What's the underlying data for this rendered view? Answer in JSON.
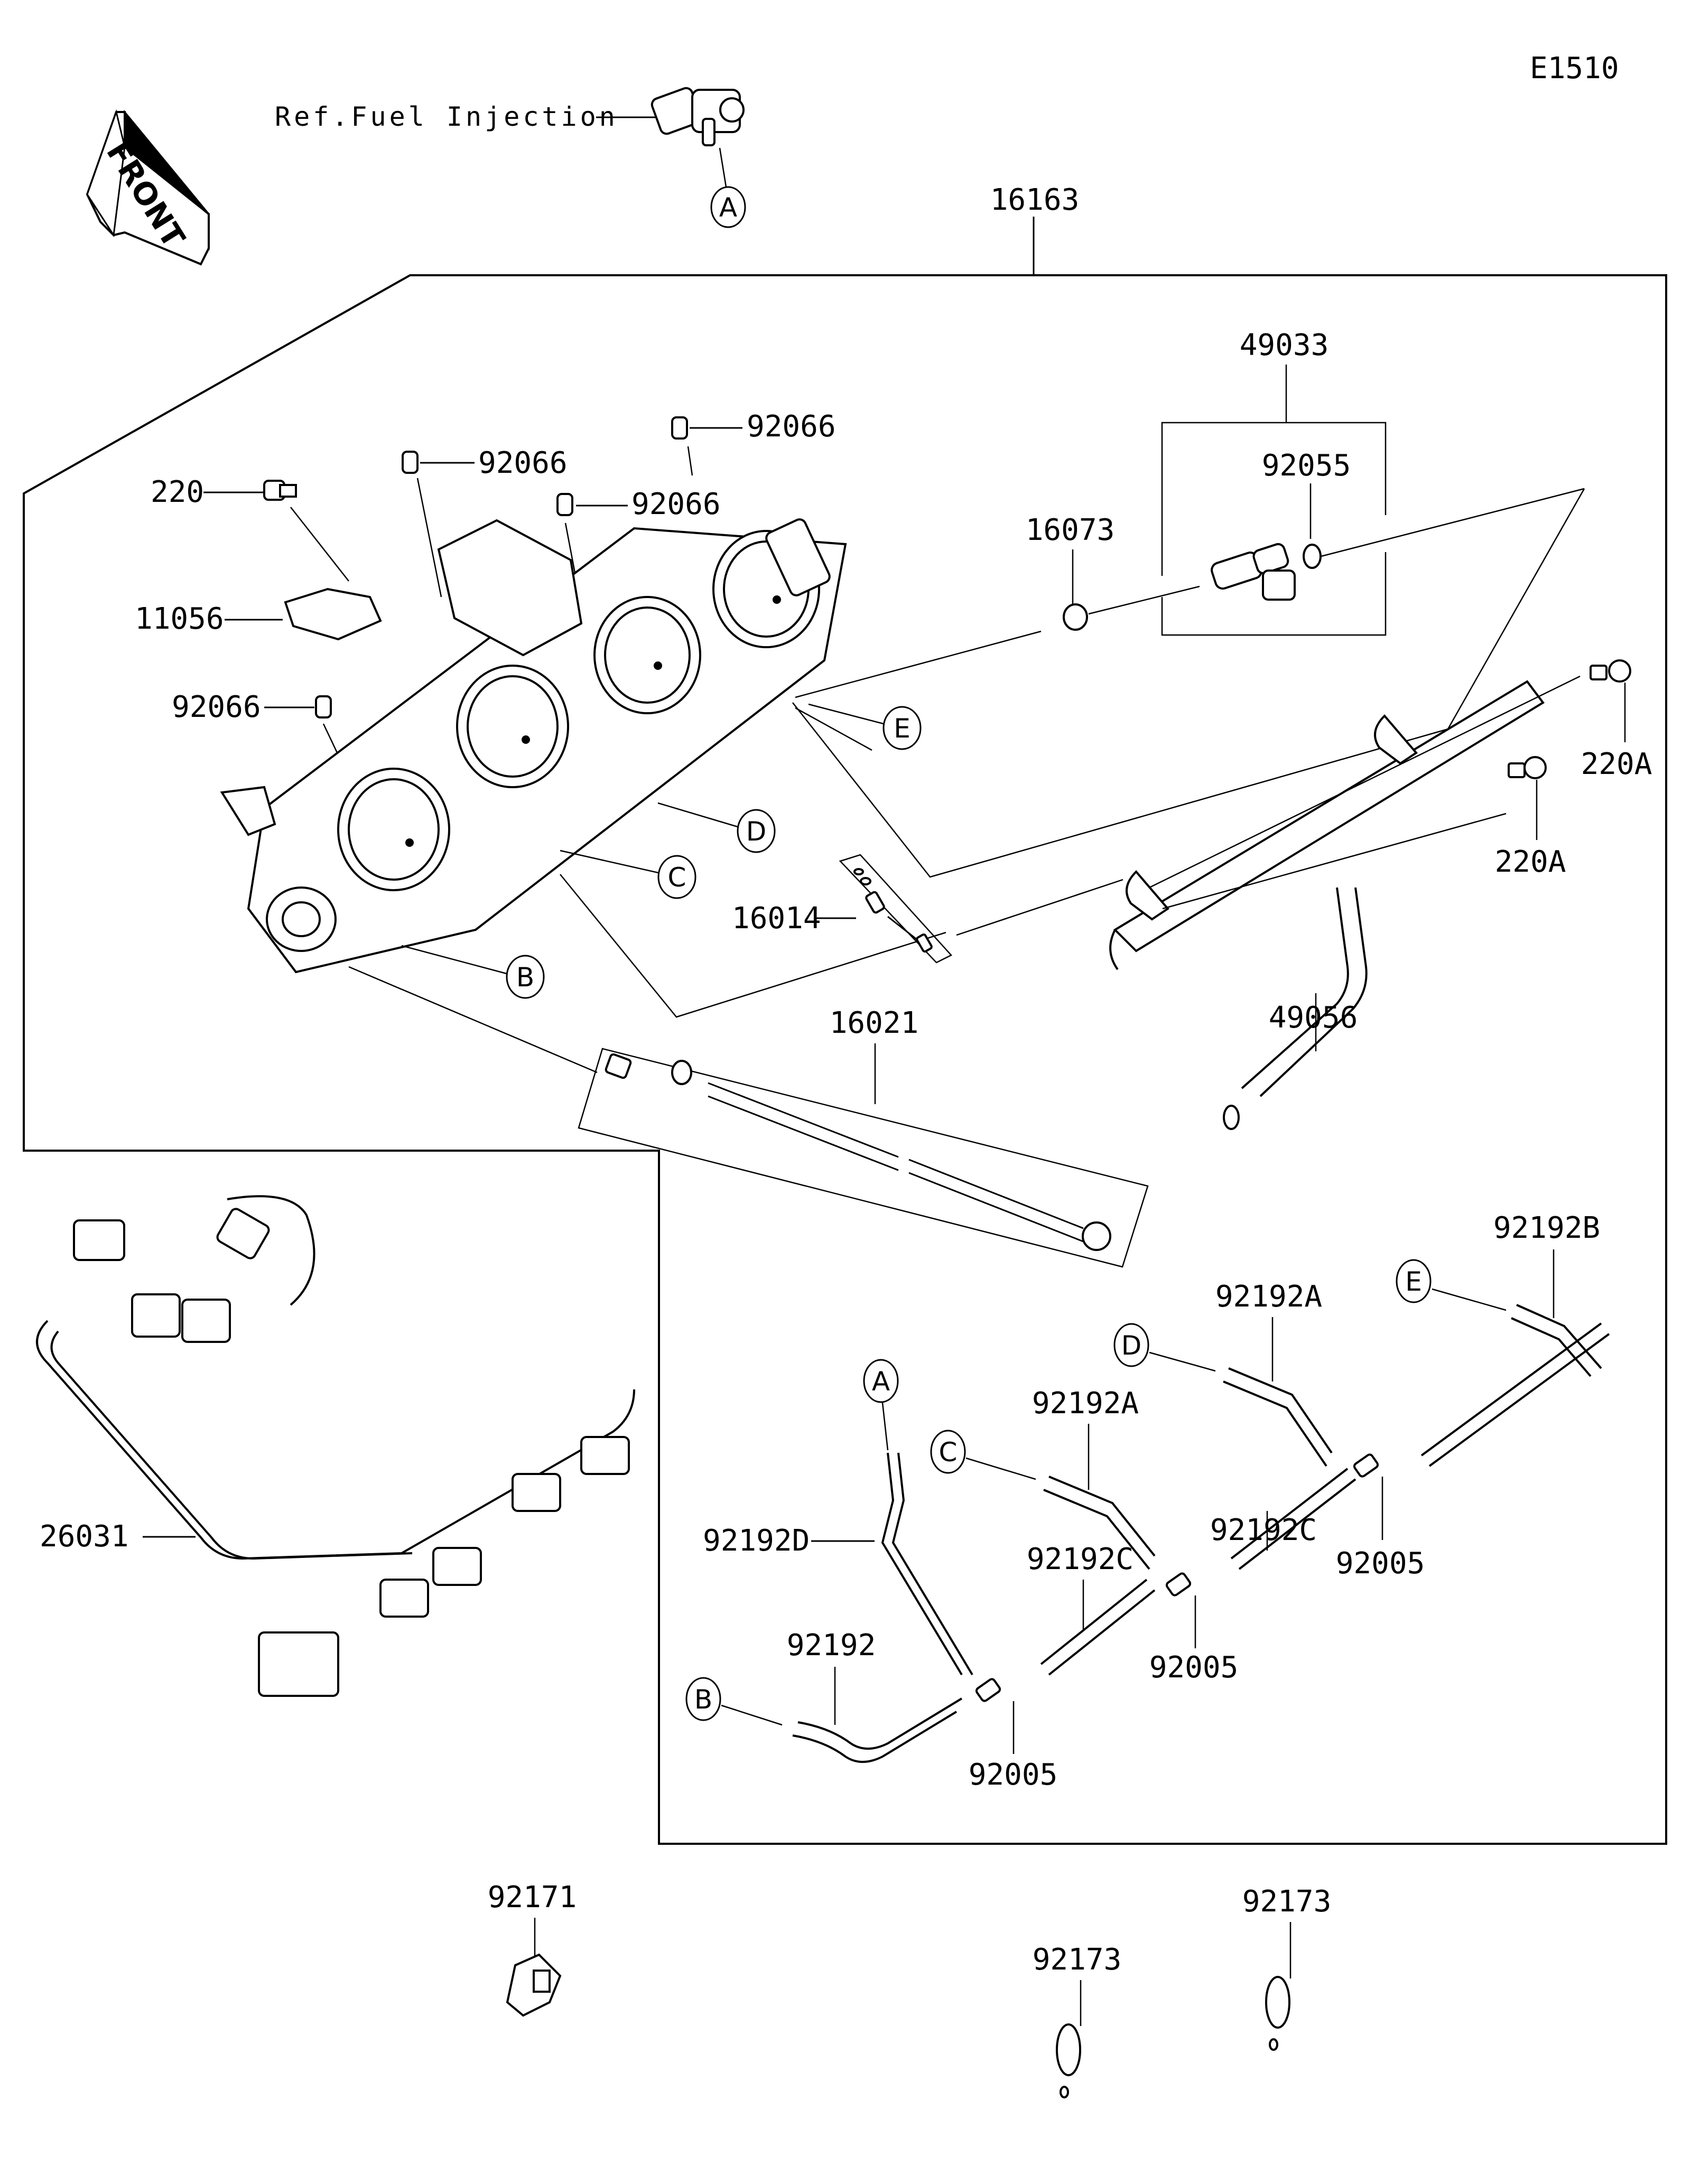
{
  "diagram": {
    "id_code": "E1510",
    "reference_label": "Ref.Fuel Injection",
    "front_indicator": "FRONT",
    "main_assembly_label": "16163"
  },
  "colors": {
    "line": "#000000",
    "background": "#ffffff"
  },
  "callouts": {
    "ref_a": "A",
    "e": "E",
    "d": "D",
    "c": "C",
    "b": "B",
    "hose_a": "A",
    "hose_b": "B",
    "hose_c": "C",
    "hose_d": "D",
    "hose_e": "E"
  },
  "parts": {
    "injector_assy": "49033",
    "o_ring": "92055",
    "cap_16073": "16073",
    "bolt_220": "220",
    "collar_92066_a": "92066",
    "collar_92066_b": "92066",
    "collar_92066_c": "92066",
    "collar_92066_d": "92066",
    "bracket_11056": "11056",
    "screw_set_16014": "16014",
    "shaft_16021": "16021",
    "bolt_220a_1": "220A",
    "bolt_220a_2": "220A",
    "pipe_49056": "49056",
    "harness_26031": "26031",
    "hose_92192b": "92192B",
    "hose_92192a_1": "92192A",
    "hose_92192a_2": "92192A",
    "hose_92192c_1": "92192C",
    "hose_92192c_2": "92192C",
    "hose_92192d": "92192D",
    "hose_92192": "92192",
    "joint_92005_1": "92005",
    "joint_92005_2": "92005",
    "joint_92005_3": "92005",
    "clamp_92171": "92171",
    "clip_92173_1": "92173",
    "clip_92173_2": "92173"
  }
}
